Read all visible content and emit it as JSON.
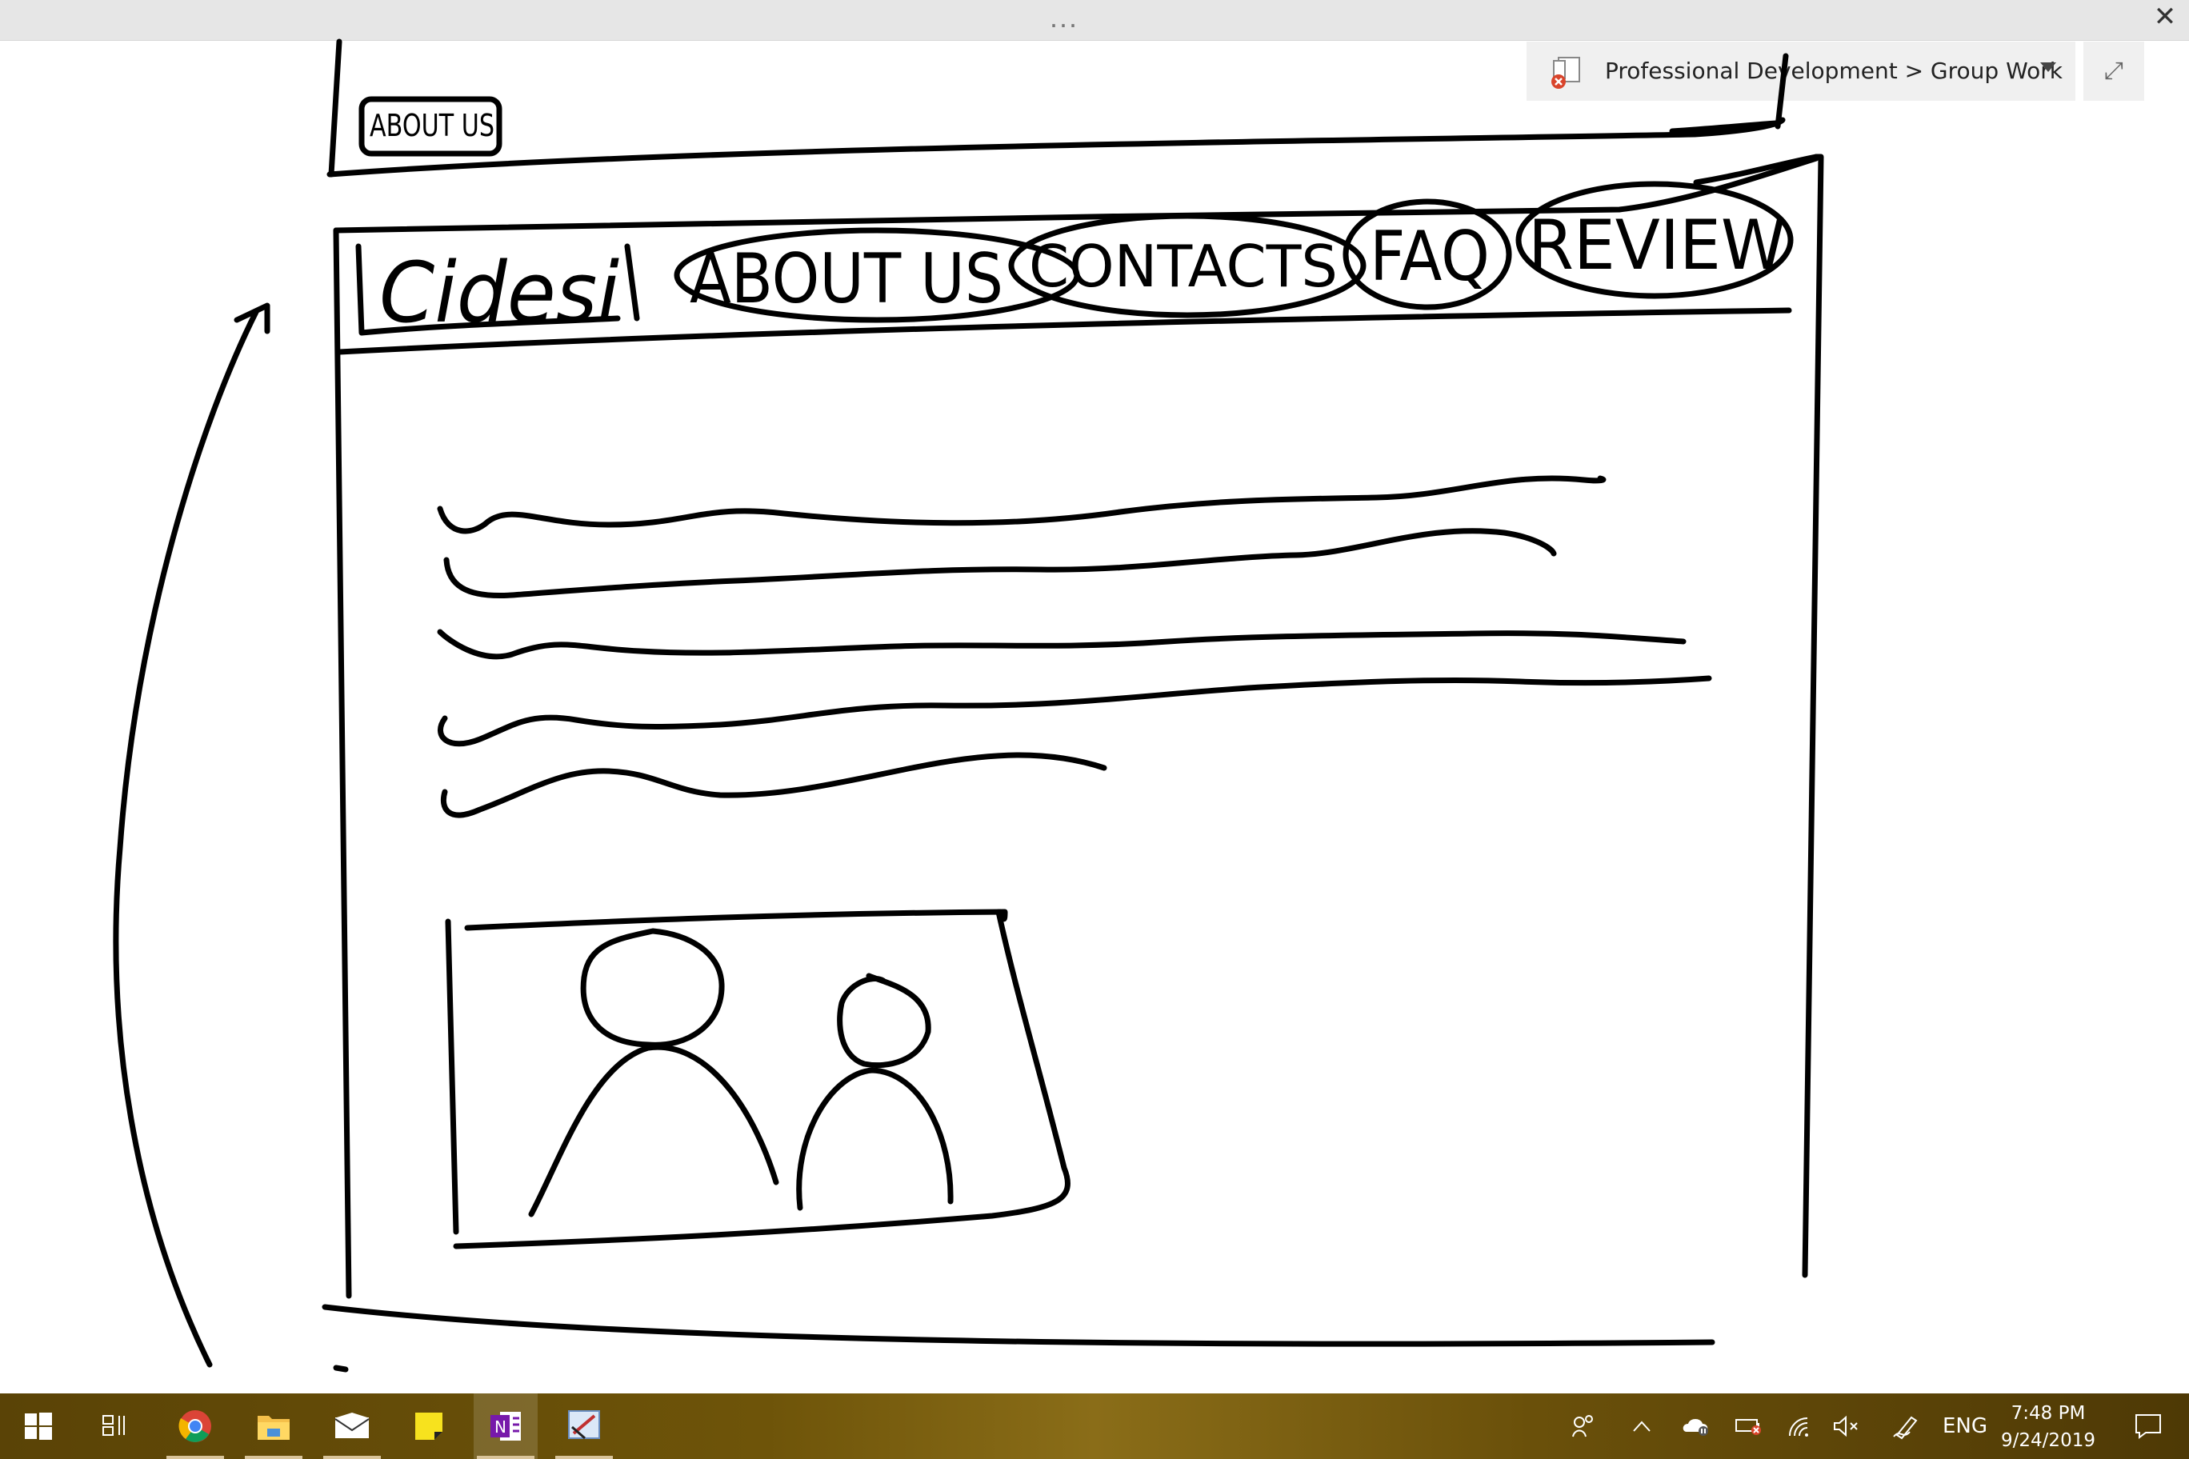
{
  "window": {
    "more_label": "...",
    "close_label": "✕"
  },
  "notebook": {
    "breadcrumb": "Professional Development > Group Work",
    "expand_label": "⤢"
  },
  "sketch": {
    "small_label": "ABOUT US",
    "logo": "Cidesi",
    "nav": [
      "ABOUT US",
      "CONTACTS",
      "FAQ",
      "REVIEW"
    ]
  },
  "taskbar": {
    "apps": [
      "start-icon",
      "task-view-icon",
      "chrome-icon",
      "file-explorer-icon",
      "mail-icon",
      "sticky-notes-icon",
      "onenote-icon",
      "snipping-tool-icon"
    ],
    "tray": {
      "language": "ENG",
      "time": "7:48 PM",
      "date": "9/24/2019"
    }
  }
}
